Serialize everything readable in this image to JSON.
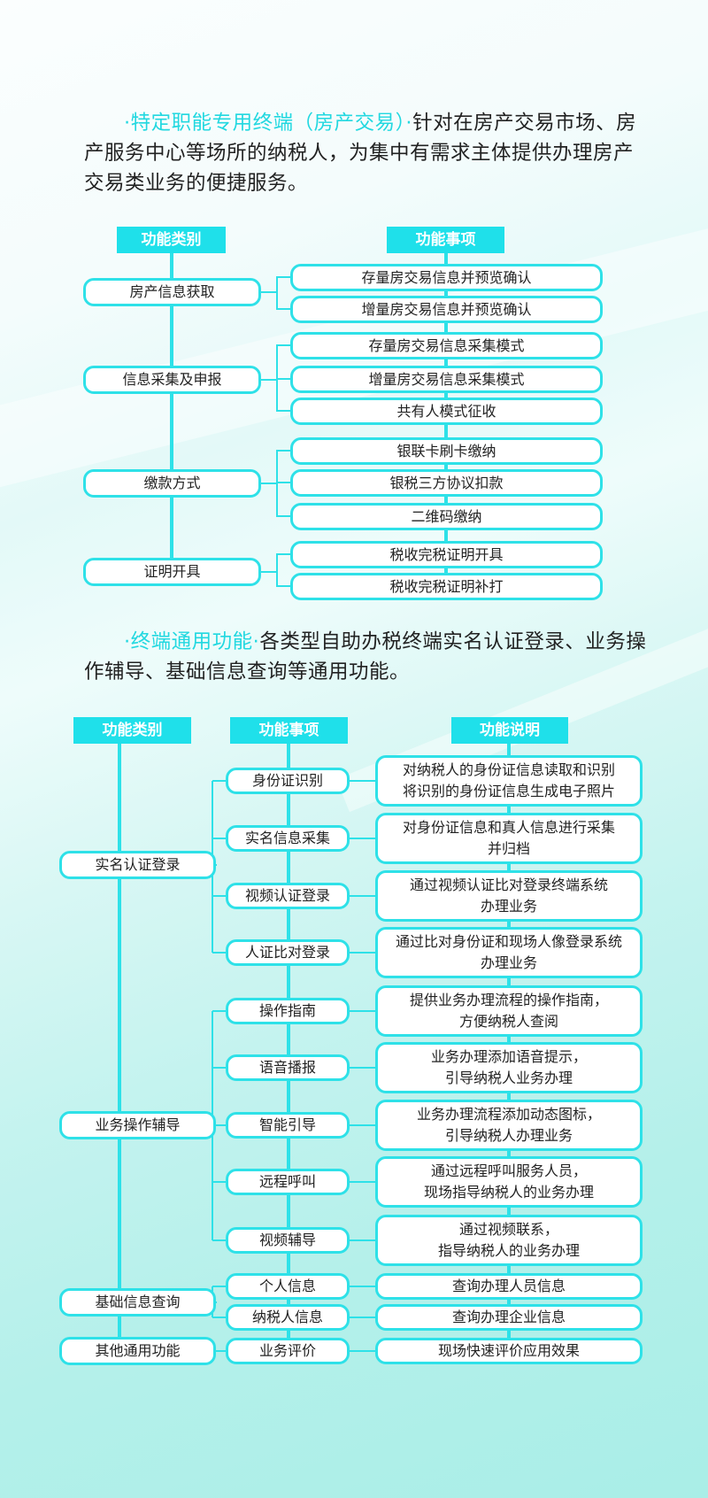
{
  "section1": {
    "title": "·特定职能专用终端（房产交易）·",
    "body": "针对在房产交易市场、房产服务中心等场所的纳税人，为集中有需求主体提供办理房产交易类业务的便捷服务。",
    "headers": [
      "功能类别",
      "功能事项"
    ],
    "categories": [
      {
        "label": "房产信息获取",
        "items": [
          "存量房交易信息并预览确认",
          "增量房交易信息并预览确认"
        ]
      },
      {
        "label": "信息采集及申报",
        "items": [
          "存量房交易信息采集模式",
          "增量房交易信息采集模式",
          "共有人模式征收"
        ]
      },
      {
        "label": "缴款方式",
        "items": [
          "银联卡刷卡缴纳",
          "银税三方协议扣款",
          "二维码缴纳"
        ]
      },
      {
        "label": "证明开具",
        "items": [
          "税收完税证明开具",
          "税收完税证明补打"
        ]
      }
    ]
  },
  "section2": {
    "title": "·终端通用功能·",
    "body": "各类型自助办税终端实名认证登录、业务操作辅导、基础信息查询等通用功能。",
    "headers": [
      "功能类别",
      "功能事项",
      "功能说明"
    ],
    "categories": [
      "实名认证登录",
      "业务操作辅导",
      "基础信息查询",
      "其他通用功能"
    ],
    "items": [
      {
        "label": "身份证识别",
        "desc": [
          "对纳税人的身份证信息读取和识别",
          "将识别的身份证信息生成电子照片"
        ]
      },
      {
        "label": "实名信息采集",
        "desc": [
          "对身份证信息和真人信息进行采集",
          "并归档"
        ]
      },
      {
        "label": "视频认证登录",
        "desc": [
          "通过视频认证比对登录终端系统",
          "办理业务"
        ]
      },
      {
        "label": "人证比对登录",
        "desc": [
          "通过比对身份证和现场人像登录系统",
          "办理业务"
        ]
      },
      {
        "label": "操作指南",
        "desc": [
          "提供业务办理流程的操作指南，",
          "方便纳税人查阅"
        ]
      },
      {
        "label": "语音播报",
        "desc": [
          "业务办理添加语音提示，",
          "引导纳税人业务办理"
        ]
      },
      {
        "label": "智能引导",
        "desc": [
          "业务办理流程添加动态图标，",
          "引导纳税人办理业务"
        ]
      },
      {
        "label": "远程呼叫",
        "desc": [
          "通过远程呼叫服务人员，",
          "现场指导纳税人的业务办理"
        ]
      },
      {
        "label": "视频辅导",
        "desc": [
          "通过视频联系，",
          "指导纳税人的业务办理"
        ]
      },
      {
        "label": "个人信息",
        "desc": [
          "查询办理人员信息"
        ]
      },
      {
        "label": "纳税人信息",
        "desc": [
          "查询办理企业信息"
        ]
      },
      {
        "label": "业务评价",
        "desc": [
          "现场快速评价应用效果"
        ]
      }
    ]
  }
}
